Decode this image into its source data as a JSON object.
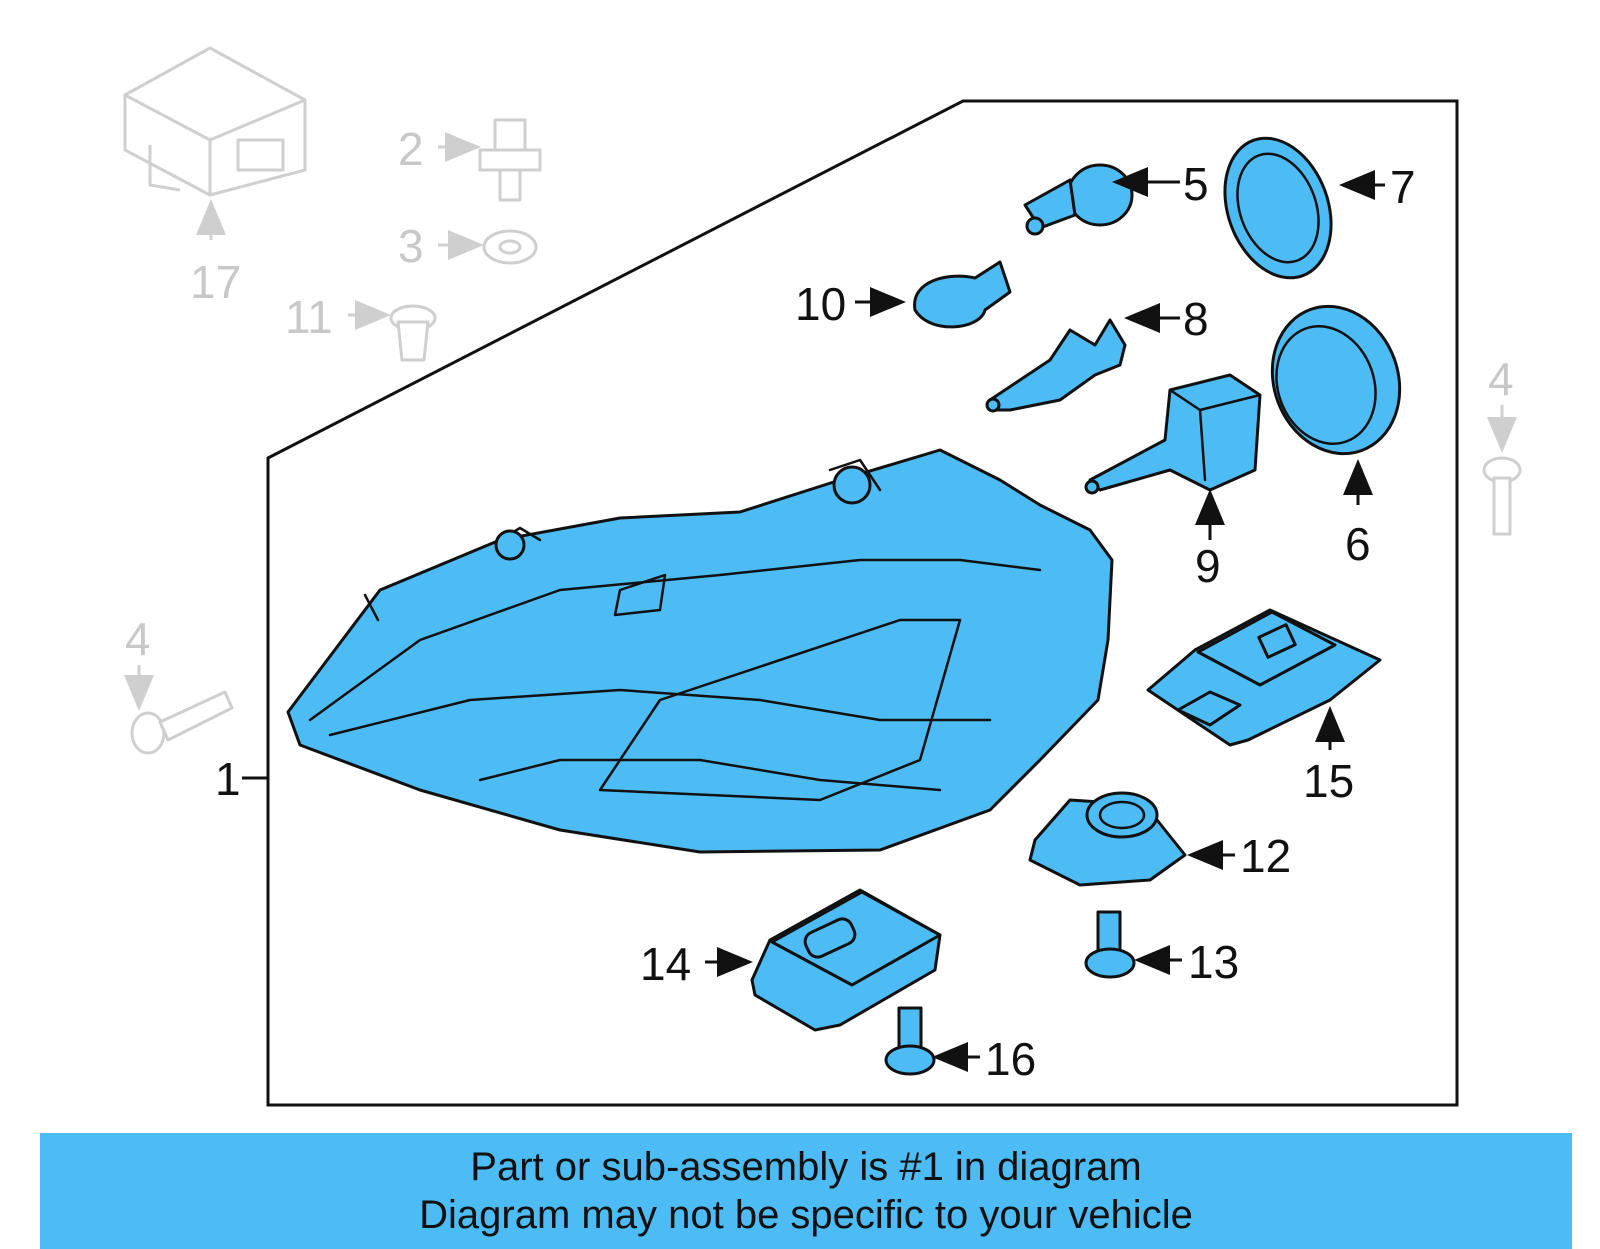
{
  "colors": {
    "highlight": "#4dbcf4",
    "outline": "#111111",
    "ghost": "#cfcfcf",
    "banner_bg": "#4dbcf4"
  },
  "callouts": {
    "c1": "1",
    "c2": "2",
    "c3": "3",
    "c4a": "4",
    "c4b": "4",
    "c5": "5",
    "c6": "6",
    "c7": "7",
    "c8": "8",
    "c9": "9",
    "c10": "10",
    "c11": "11",
    "c12": "12",
    "c13": "13",
    "c14": "14",
    "c15": "15",
    "c16": "16",
    "c17": "17"
  },
  "banner": {
    "line1": "Part or sub-assembly is #1 in diagram",
    "line2": "Diagram may not be specific to your vehicle"
  }
}
